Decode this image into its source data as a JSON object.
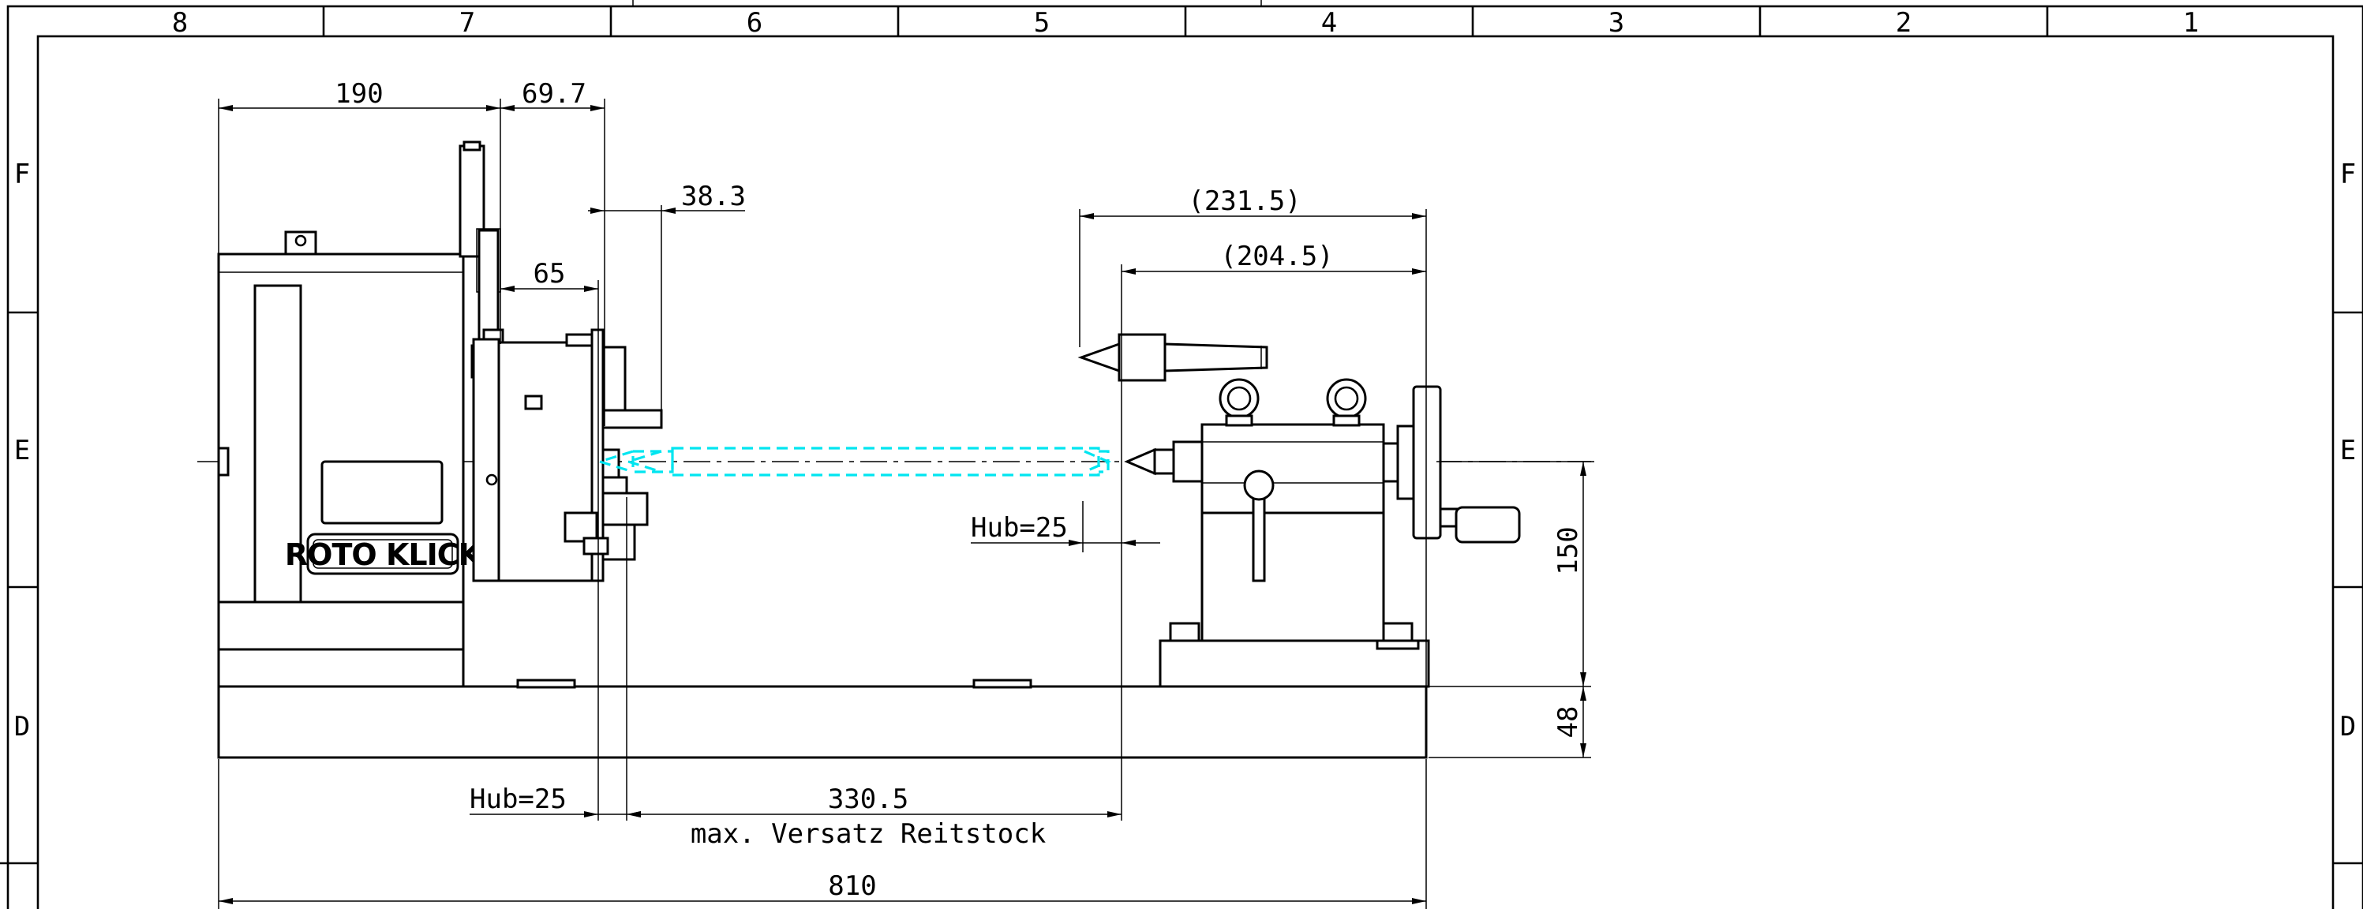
{
  "frame": {
    "columns": [
      "8",
      "7",
      "6",
      "5",
      "4",
      "3",
      "2",
      "1"
    ],
    "rows": [
      "F",
      "E",
      "D"
    ]
  },
  "dimensions": {
    "d190": "190",
    "d69_7": "69.7",
    "d38_3": "38.3",
    "d65": "65",
    "d231_5": "(231.5)",
    "d204_5": "(204.5)",
    "hub_top": "Hub=25",
    "hub_bottom": "Hub=25",
    "d330_5": "330.5",
    "versatz": "max. Versatz Reitstock",
    "d810": "810",
    "d150": "150",
    "d48": "48"
  },
  "logo": "ROTO KLICK",
  "colors": {
    "line": "#000000",
    "travel_outline": "#00e5f0"
  }
}
